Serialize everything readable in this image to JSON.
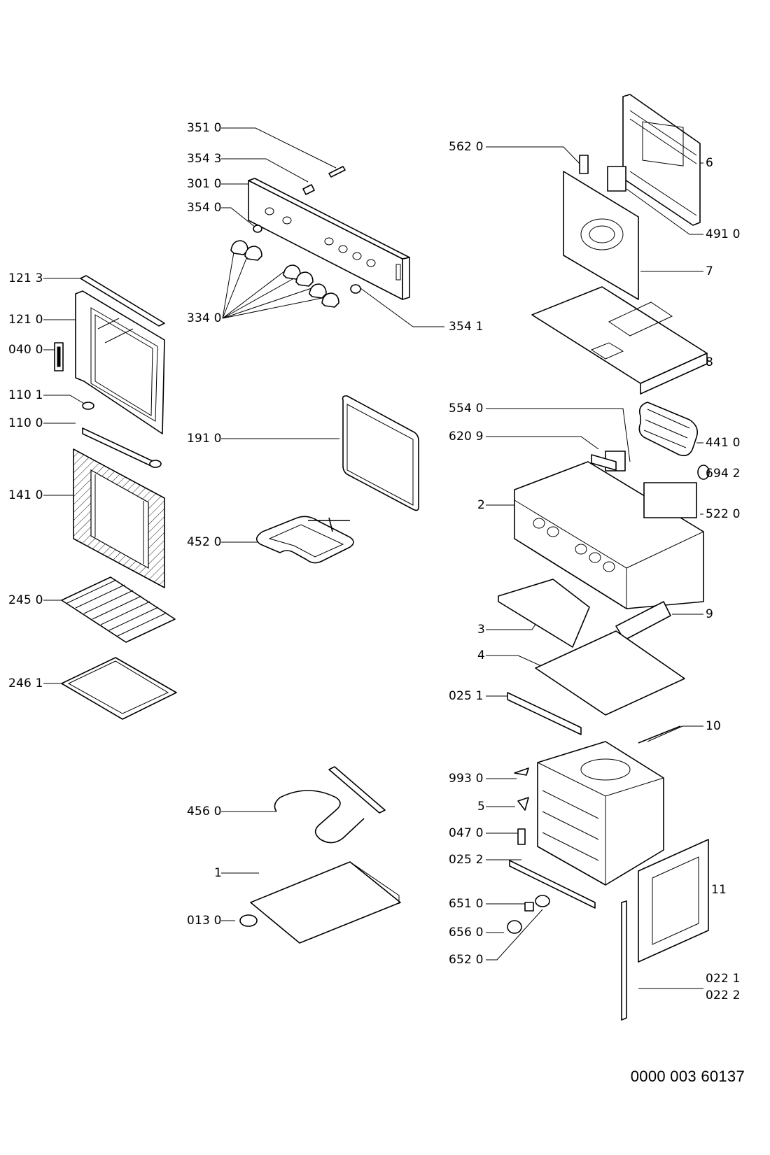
{
  "diagram": {
    "doc_number": "0000 003 60137",
    "callouts": [
      {
        "id": "c-3510",
        "label": "351 0"
      },
      {
        "id": "c-3543",
        "label": "354 3"
      },
      {
        "id": "c-3010",
        "label": "301 0"
      },
      {
        "id": "c-3540",
        "label": "354 0"
      },
      {
        "id": "c-3340",
        "label": "334 0"
      },
      {
        "id": "c-3541",
        "label": "354 1"
      },
      {
        "id": "c-1213",
        "label": "121 3"
      },
      {
        "id": "c-1210",
        "label": "121 0"
      },
      {
        "id": "c-0400",
        "label": "040 0"
      },
      {
        "id": "c-1101",
        "label": "110 1"
      },
      {
        "id": "c-1100",
        "label": "110 0"
      },
      {
        "id": "c-1410",
        "label": "141 0"
      },
      {
        "id": "c-1910",
        "label": "191 0"
      },
      {
        "id": "c-4520",
        "label": "452 0"
      },
      {
        "id": "c-2450",
        "label": "245 0"
      },
      {
        "id": "c-2461",
        "label": "246 1"
      },
      {
        "id": "c-4560",
        "label": "456 0"
      },
      {
        "id": "c-1",
        "label": "1"
      },
      {
        "id": "c-0130",
        "label": "013 0"
      },
      {
        "id": "c-5620",
        "label": "562 0"
      },
      {
        "id": "c-6",
        "label": "6"
      },
      {
        "id": "c-4910",
        "label": "491 0"
      },
      {
        "id": "c-7",
        "label": "7"
      },
      {
        "id": "c-8",
        "label": "8"
      },
      {
        "id": "c-5540",
        "label": "554 0"
      },
      {
        "id": "c-6209",
        "label": "620 9"
      },
      {
        "id": "c-4410",
        "label": "441 0"
      },
      {
        "id": "c-6942",
        "label": "694 2"
      },
      {
        "id": "c-2",
        "label": "2"
      },
      {
        "id": "c-5220",
        "label": "522 0"
      },
      {
        "id": "c-9",
        "label": "9"
      },
      {
        "id": "c-3",
        "label": "3"
      },
      {
        "id": "c-4",
        "label": "4"
      },
      {
        "id": "c-0251",
        "label": "025 1"
      },
      {
        "id": "c-10",
        "label": "10"
      },
      {
        "id": "c-9930",
        "label": "993 0"
      },
      {
        "id": "c-5",
        "label": "5"
      },
      {
        "id": "c-0470",
        "label": "047 0"
      },
      {
        "id": "c-0252",
        "label": "025 2"
      },
      {
        "id": "c-11",
        "label": "11"
      },
      {
        "id": "c-6510",
        "label": "651 0"
      },
      {
        "id": "c-6560",
        "label": "656 0"
      },
      {
        "id": "c-6520",
        "label": "652 0"
      },
      {
        "id": "c-0221",
        "label": "022 1"
      },
      {
        "id": "c-0222",
        "label": "022 2"
      }
    ]
  }
}
